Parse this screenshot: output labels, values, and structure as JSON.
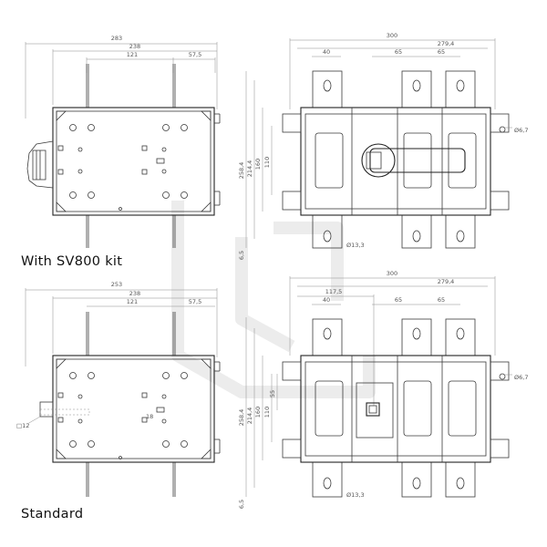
{
  "captions": {
    "top": "With SV800 kit",
    "bottom": "Standard"
  },
  "dims_top_side": {
    "overall": "283",
    "inner": "238",
    "pitch": "121",
    "offset": "57,5"
  },
  "dims_bottom_side": {
    "overall": "253",
    "inner": "238",
    "pitch": "121",
    "offset": "57,5",
    "square": "□12",
    "small": "18"
  },
  "dims_top_front": {
    "width": "300",
    "inner_width": "279,4",
    "term_a": "40",
    "term_b": "65",
    "term_c": "65",
    "h1": "258,4",
    "h2": "214,4",
    "h3": "160",
    "h4": "110",
    "h5": "6,5",
    "hole": "Ø6,7",
    "terminal_hole": "Ø13,3"
  },
  "dims_bottom_front": {
    "width": "300",
    "inner_width": "279,4",
    "handle": "117,5",
    "term_a": "40",
    "term_b": "65",
    "term_c": "65",
    "h1": "258,4",
    "h2": "214,4",
    "h3": "160",
    "h4": "110",
    "h5": "55",
    "h6": "6,5",
    "hole": "Ø6,7",
    "terminal_hole": "Ø13,3"
  },
  "colors": {
    "line": "#3a3a3a",
    "watermark": "#e6e6e6"
  }
}
